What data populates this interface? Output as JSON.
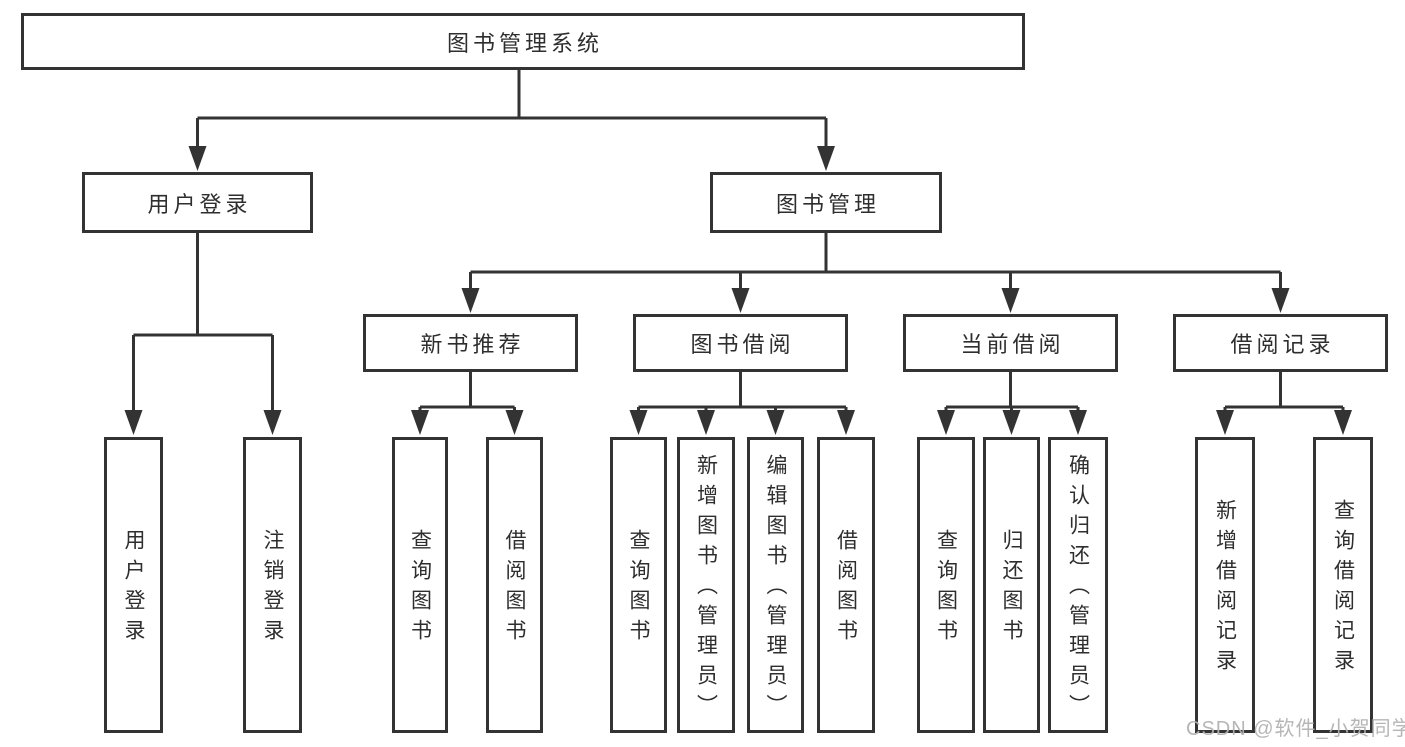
{
  "tree": {
    "root": {
      "label": "图书管理系统",
      "children": [
        {
          "label": "用户登录",
          "children": [
            {
              "label": "用户登录"
            },
            {
              "label": "注销登录"
            }
          ]
        },
        {
          "label": "图书管理",
          "children": [
            {
              "label": "新书推荐",
              "children": [
                {
                  "label": "查询图书"
                },
                {
                  "label": "借阅图书"
                }
              ]
            },
            {
              "label": "图书借阅",
              "children": [
                {
                  "label": "查询图书"
                },
                {
                  "label": "新增图书（管理员）"
                },
                {
                  "label": "编辑图书（管理员）"
                },
                {
                  "label": "借阅图书"
                }
              ]
            },
            {
              "label": "当前借阅",
              "children": [
                {
                  "label": "查询图书"
                },
                {
                  "label": "归还图书"
                },
                {
                  "label": "确认归还（管理员）"
                }
              ]
            },
            {
              "label": "借阅记录",
              "children": [
                {
                  "label": "新增借阅记录"
                },
                {
                  "label": "查询借阅记录"
                }
              ]
            }
          ]
        }
      ]
    }
  },
  "watermark": "CSDN @软件_小贺同学",
  "colors": {
    "line": "#333333",
    "box_border": "#333333",
    "text": "#2e2e2e",
    "watermark": "#b2b2b2",
    "background": "#ffffff"
  }
}
